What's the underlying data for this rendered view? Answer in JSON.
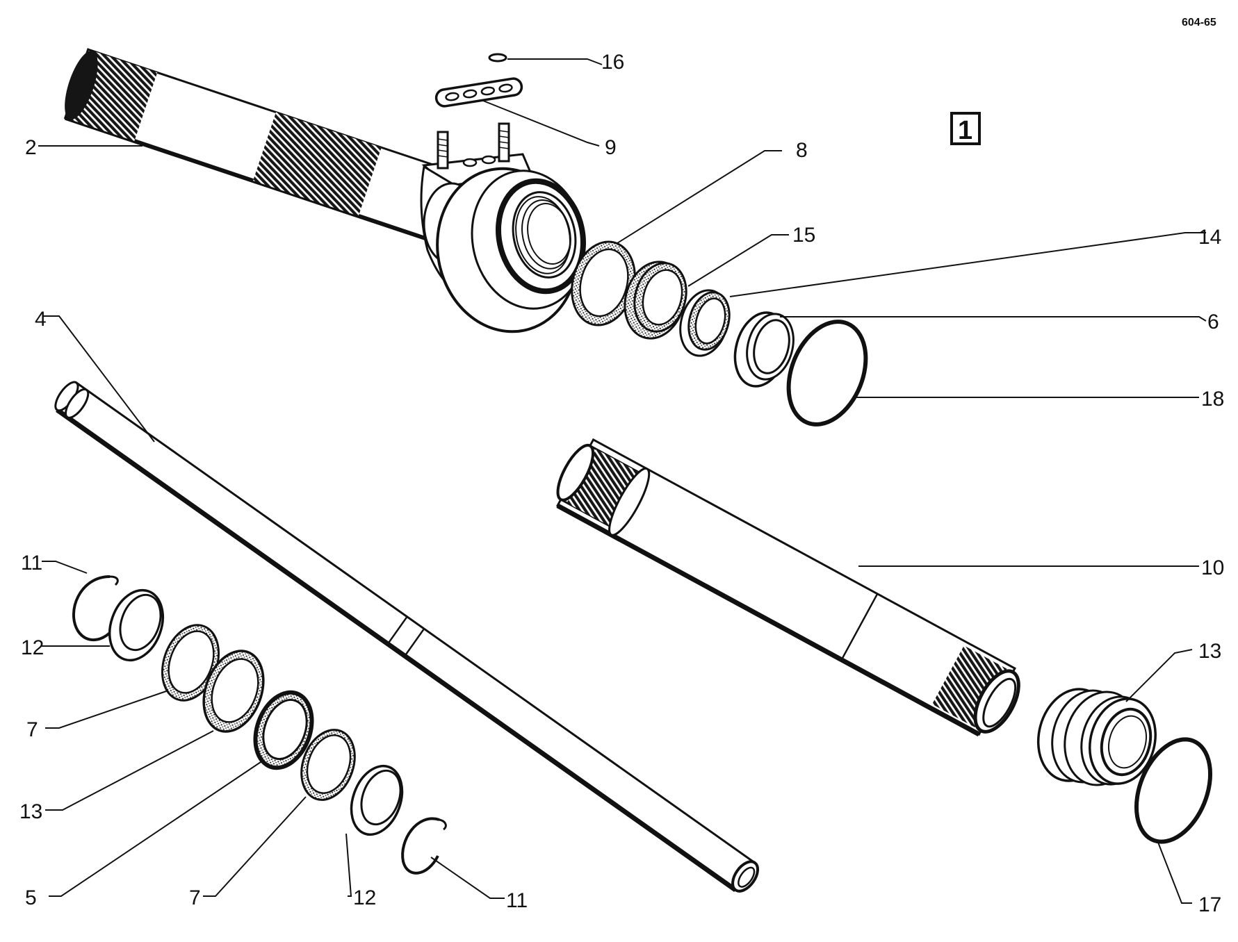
{
  "drawing_id": "604-65",
  "figure_number": "1",
  "callouts": [
    {
      "id": "c16",
      "text": "16"
    },
    {
      "id": "c9",
      "text": "9"
    },
    {
      "id": "c2",
      "text": "2"
    },
    {
      "id": "c8",
      "text": "8"
    },
    {
      "id": "c15",
      "text": "15"
    },
    {
      "id": "c14",
      "text": "14"
    },
    {
      "id": "c6",
      "text": "6"
    },
    {
      "id": "c18",
      "text": "18"
    },
    {
      "id": "c4",
      "text": "4"
    },
    {
      "id": "c10",
      "text": "10"
    },
    {
      "id": "c11a",
      "text": "11"
    },
    {
      "id": "c12a",
      "text": "12"
    },
    {
      "id": "c7a",
      "text": "7"
    },
    {
      "id": "c13a",
      "text": "13"
    },
    {
      "id": "c5",
      "text": "5"
    },
    {
      "id": "c7b",
      "text": "7"
    },
    {
      "id": "c12b",
      "text": "12"
    },
    {
      "id": "c11b",
      "text": "11"
    },
    {
      "id": "c13b",
      "text": "13"
    },
    {
      "id": "c17",
      "text": "17"
    }
  ]
}
